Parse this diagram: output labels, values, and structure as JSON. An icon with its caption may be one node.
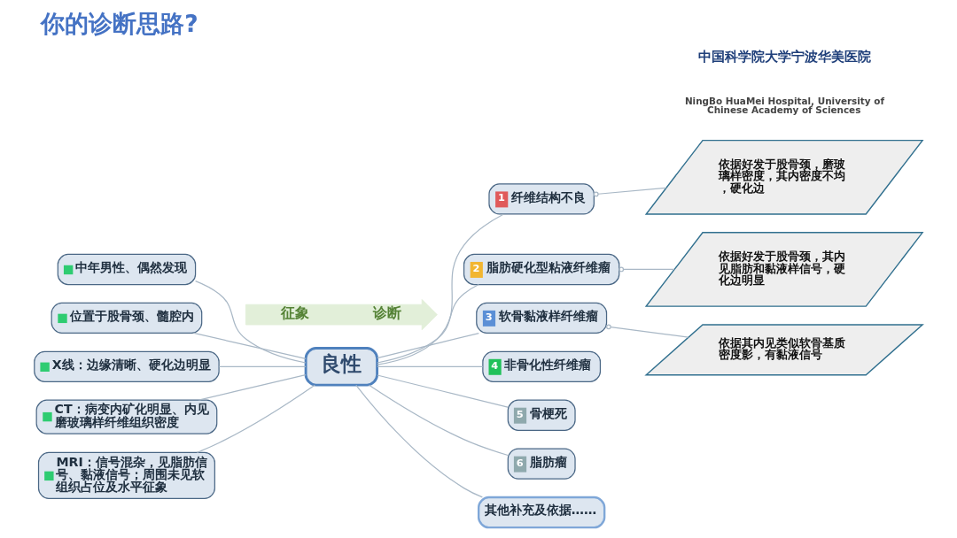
{
  "diagram": {
    "title": "你的诊断思路?",
    "nodes": [
      {
        "text": [
          "征象",
          "诊断"
        ]
      },
      {
        "text": [
          "良性"
        ]
      },
      {
        "text": [
          "中年男性、偶然发现"
        ]
      },
      {
        "text": [
          "位置于股骨颈、髓腔内"
        ]
      },
      {
        "text": [
          "X线：边缘清晰、硬化边明显"
        ]
      },
      {
        "text": [
          "CT：病变内矿化明显、内见磨玻璃样纤维组织密度"
        ]
      },
      {
        "text": [
          "MRI：信号混杂，见脂肪信号、黏液信号；周围未见软组织占位及水平征象"
        ]
      },
      {
        "text": [
          "1",
          "纤维结构不良"
        ]
      },
      {
        "text": [
          "2",
          "脂肪硬化型粘液纤维瘤"
        ]
      },
      {
        "text": [
          "3",
          "软骨黏液样纤维瘤"
        ]
      },
      {
        "text": [
          "4",
          "非骨化性纤维瘤"
        ]
      },
      {
        "text": [
          "5",
          "骨梗死"
        ]
      },
      {
        "text": [
          "6",
          "脂肪瘤"
        ]
      },
      {
        "text": [
          "其他补充及依据……"
        ]
      },
      {
        "text": [
          "依据好发于股骨颈，磨玻璃样密度，其内密度不均，硬化边"
        ]
      },
      {
        "text": [
          "依据好发于股骨颈，其内见脂肪和黏液样信号，硬化边明显"
        ]
      },
      {
        "text": [
          "依据其内见类似软骨基质密度影，有黏液信号"
        ]
      }
    ],
    "edges": [
      {
        "from": 2,
        "to": 1,
        "arrow": "none"
      },
      {
        "from": 3,
        "to": 1,
        "arrow": "none"
      },
      {
        "from": 4,
        "to": 1,
        "arrow": "none"
      },
      {
        "from": 5,
        "to": 1,
        "arrow": "none"
      },
      {
        "from": 6,
        "to": 1,
        "arrow": "none"
      },
      {
        "from": 1,
        "to": 7,
        "arrow": "none"
      },
      {
        "from": 1,
        "to": 8,
        "arrow": "none"
      },
      {
        "from": 1,
        "to": 9,
        "arrow": "none"
      },
      {
        "from": 1,
        "to": 10,
        "arrow": "none"
      },
      {
        "from": 1,
        "to": 11,
        "arrow": "none"
      },
      {
        "from": 1,
        "to": 12,
        "arrow": "none"
      },
      {
        "from": 1,
        "to": 13,
        "arrow": "none"
      },
      {
        "from": 7,
        "to": 14,
        "arrow": "other"
      },
      {
        "from": 8,
        "to": 15,
        "arrow": "other"
      },
      {
        "from": 9,
        "to": 16,
        "arrow": "other"
      }
    ],
    "labels": [
      "中国科学院大学宁波华美医院",
      "NingBo HuaMei Hospital, University of Chinese Academy of Sciences"
    ]
  }
}
